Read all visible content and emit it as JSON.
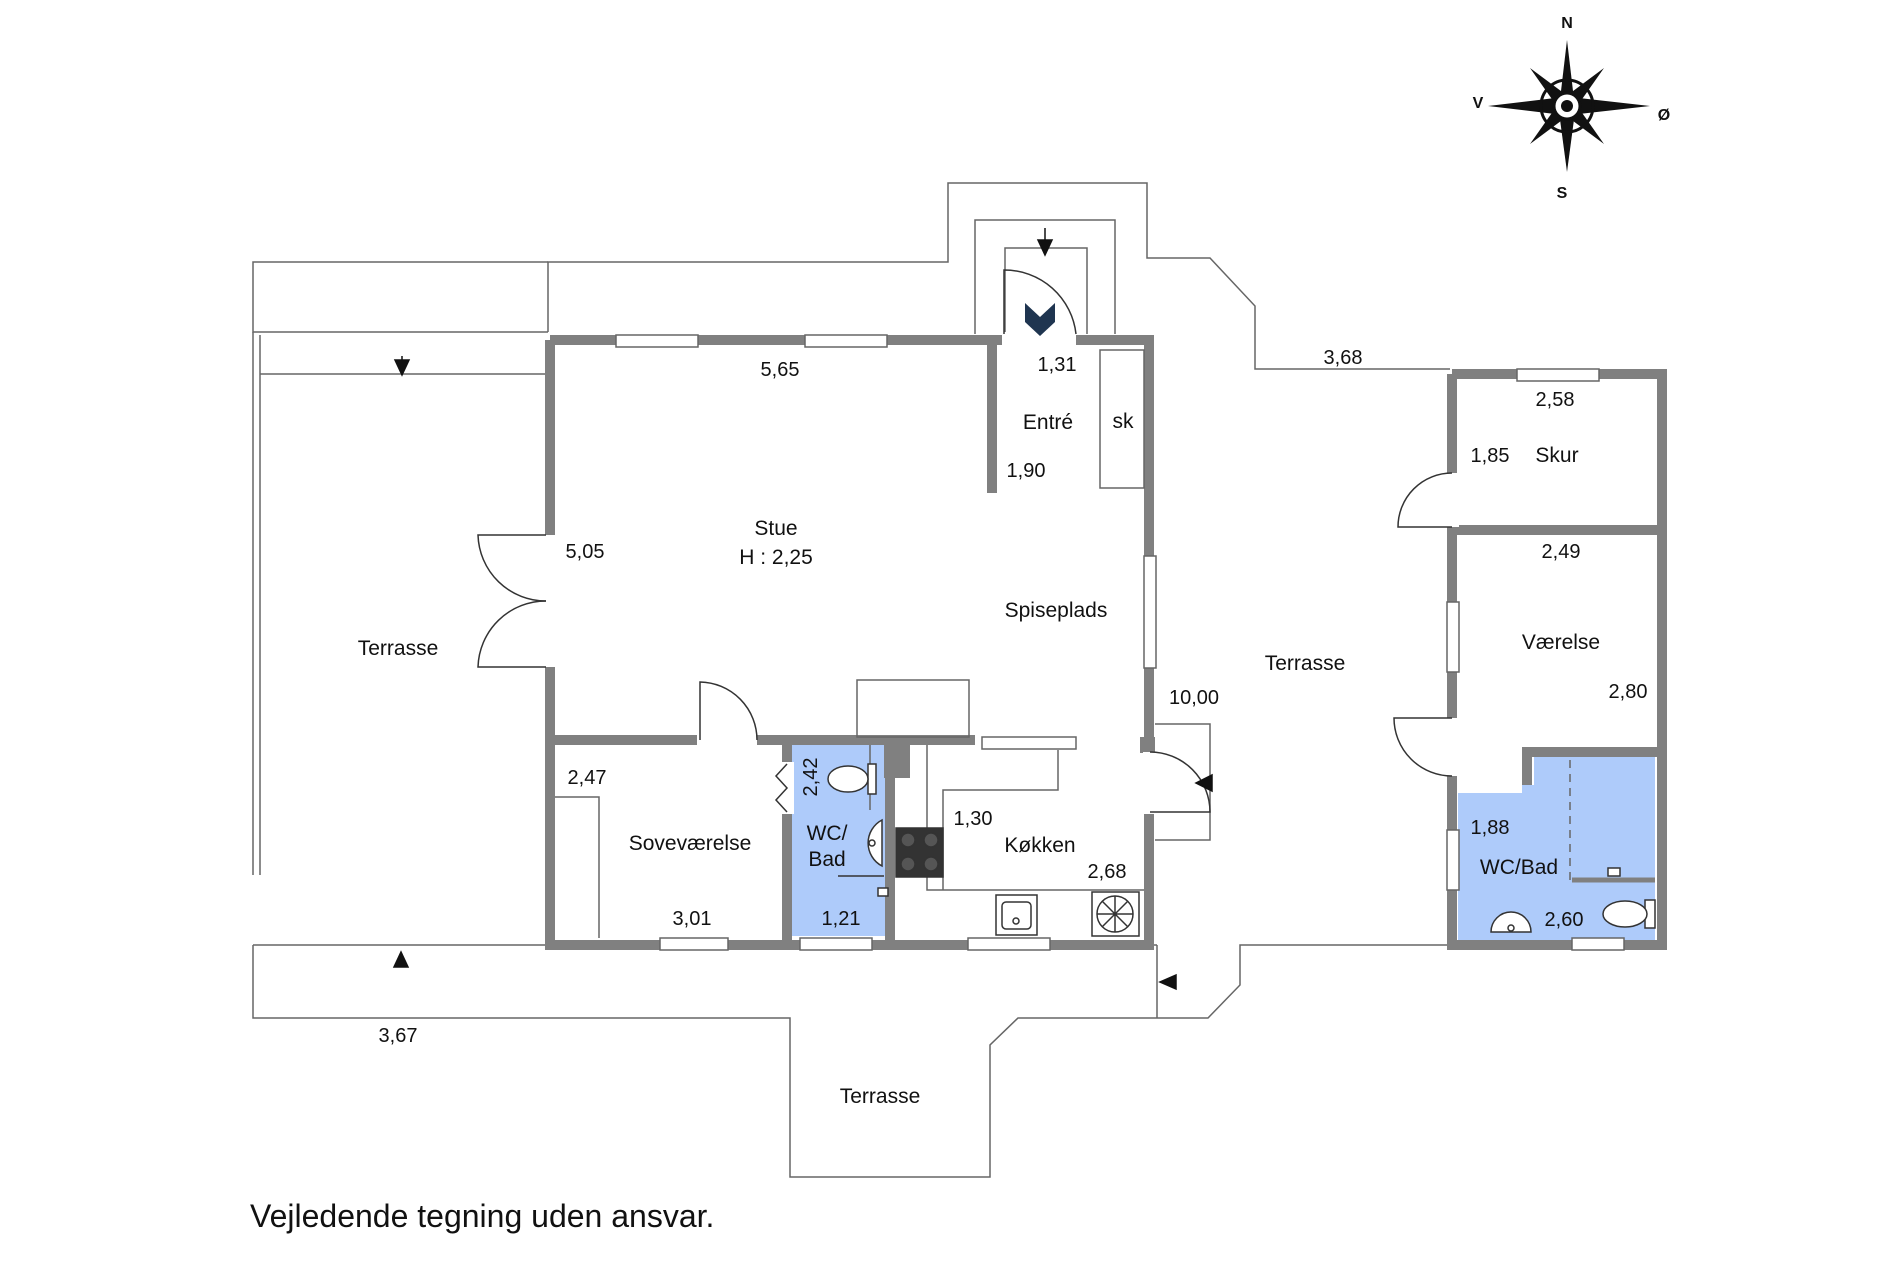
{
  "colors": {
    "wall": "#808080",
    "outline": "#666666",
    "wet_room": "#aecbfa",
    "ink": "#111111",
    "accent": "#1f3550"
  },
  "compass": {
    "n": "N",
    "e": "Ø",
    "s": "S",
    "w": "V"
  },
  "rooms": {
    "stue": "Stue",
    "stue_height": "H : 2,25",
    "entre": "Entré",
    "sk": "sk",
    "spiseplads": "Spiseplads",
    "sovevaerelse": "Soveværelse",
    "wc_bad_1_line1": "WC/",
    "wc_bad_1_line2": "Bad",
    "kokken": "Køkken",
    "skur": "Skur",
    "vaerelse": "Værelse",
    "wc_bad_2": "WC/Bad",
    "terrasse_west": "Terrasse",
    "terrasse_east": "Terrasse",
    "terrasse_south": "Terrasse"
  },
  "dimensions": {
    "stue_width": "5,65",
    "stue_depth": "5,05",
    "entre_width": "1,31",
    "entre_depth": "1,90",
    "house_length": "10,00",
    "bedroom_depth": "2,47",
    "bedroom_width": "3,01",
    "bath_depth": "2,42",
    "bath_width": "1,21",
    "kitchen_depth": "1,30",
    "kitchen_width": "2,68",
    "terrace_gap": "3,68",
    "west_terrace": "3,67",
    "skur_width": "2,58",
    "skur_depth": "1,85",
    "room_width": "2,49",
    "room_depth": "2,80",
    "bath2_depth": "1,88",
    "bath2_width": "2,60"
  },
  "disclaimer": "Vejledende tegning uden ansvar."
}
